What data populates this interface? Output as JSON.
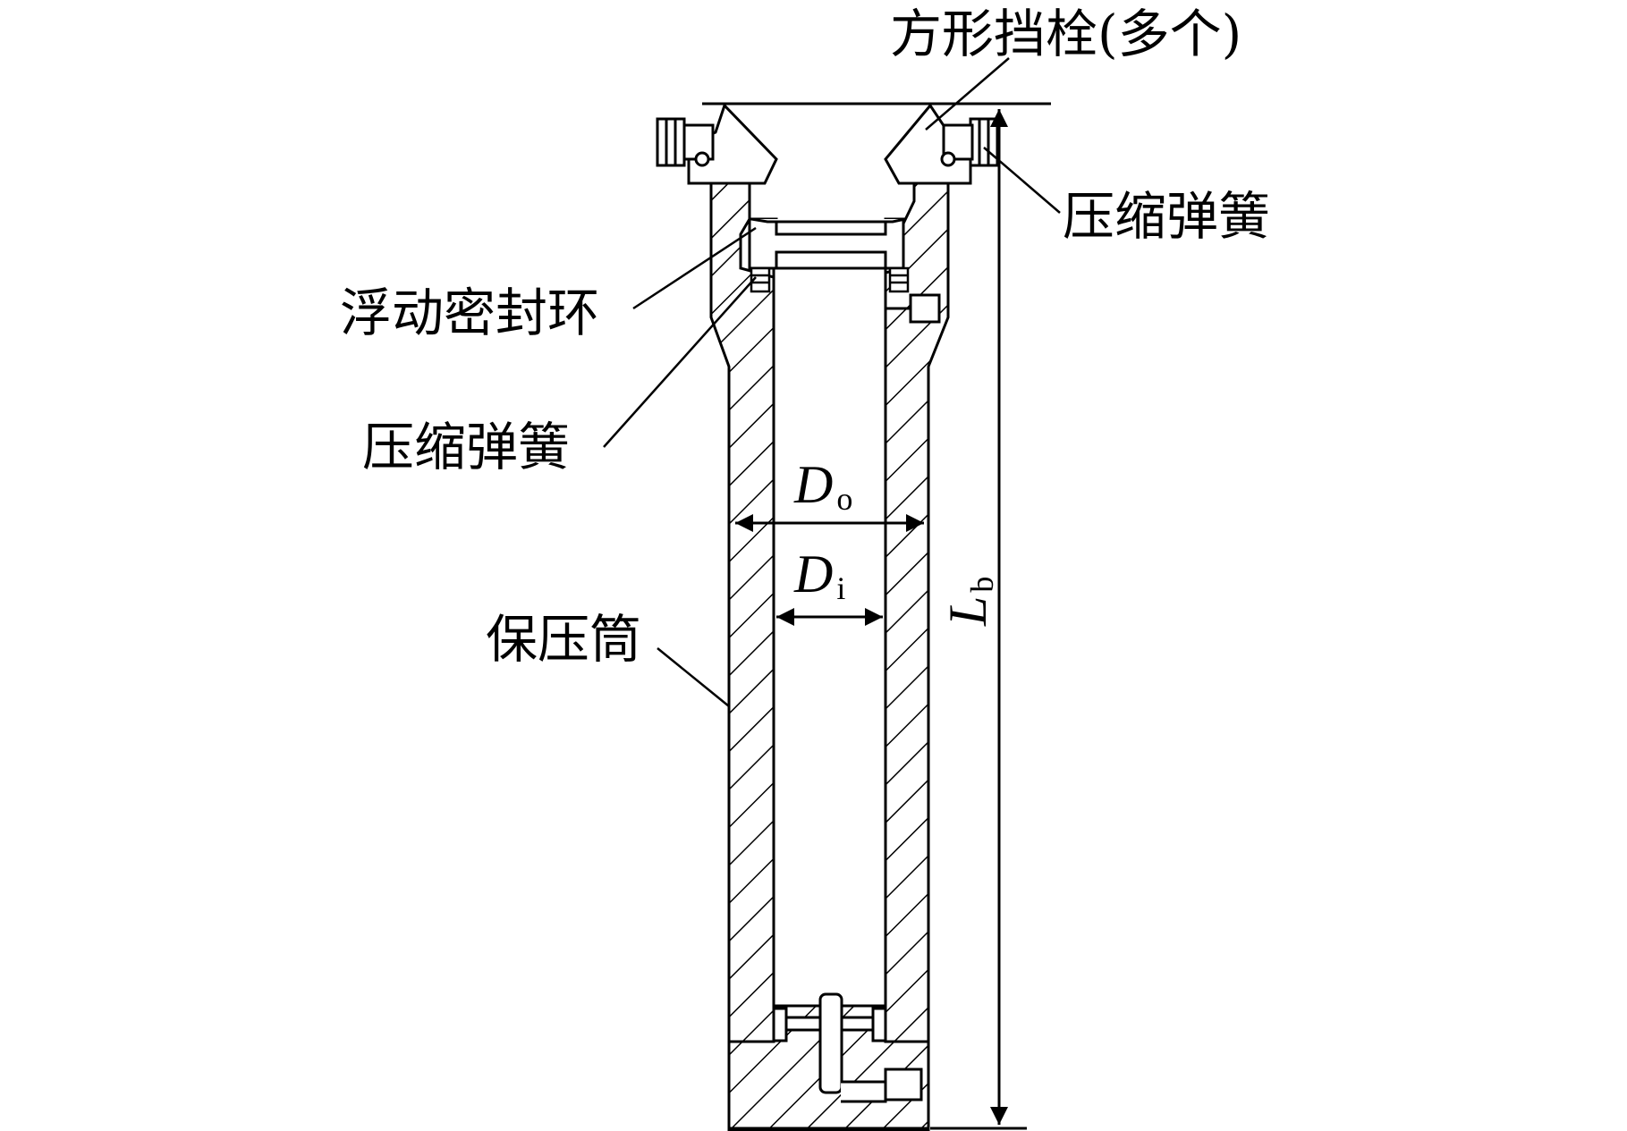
{
  "labels": {
    "square_stopper": "方形挡栓(多个)",
    "compression_spring_right": "压缩弹簧",
    "floating_seal_ring": "浮动密封环",
    "compression_spring_left": "压缩弹簧",
    "pressure_barrel": "保压筒"
  },
  "dimensions": {
    "outer_diameter": {
      "symbol": "D",
      "subscript": "o"
    },
    "inner_diameter": {
      "symbol": "D",
      "subscript": "i"
    },
    "barrel_length": {
      "symbol": "L",
      "subscript": "b"
    }
  },
  "colors": {
    "ink": "#000000",
    "background": "#ffffff"
  }
}
